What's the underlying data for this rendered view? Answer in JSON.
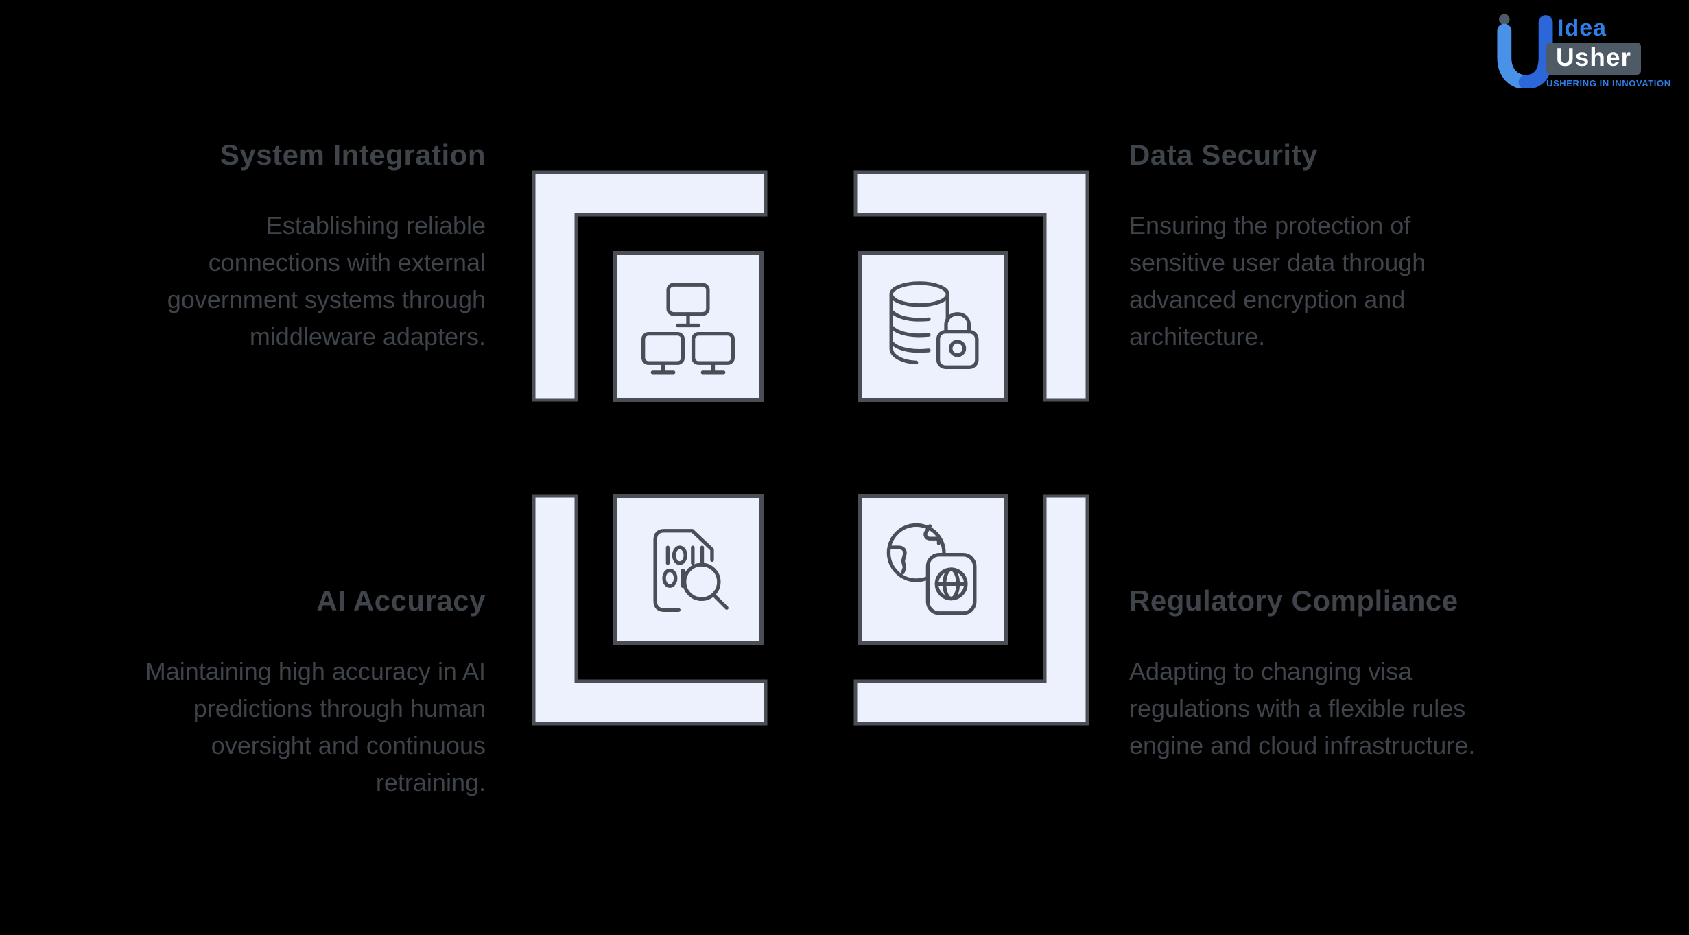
{
  "page": {
    "background": "#000000"
  },
  "logo": {
    "brand_top": "Idea",
    "brand_bottom": "Usher",
    "tagline": "USHERING IN INNOVATION",
    "colors": {
      "u_light_blue": "#4a92e8",
      "u_dark_blue": "#2b67d8",
      "idea_text": "#2e7fe8",
      "usher_box": "#4e5a66",
      "usher_text": "#ffffff",
      "tagline_text": "#2e7fe8"
    }
  },
  "theme": {
    "background": "#000000",
    "tile_fill": "#ecf1fd",
    "tile_border": "#4b4f55",
    "icon_stroke": "#4a4f57",
    "text_color": "#3f444b"
  },
  "features": [
    {
      "id": "system-integration",
      "title": "System Integration",
      "icon": "network-monitors-icon",
      "description_lines": [
        "Establishing reliable",
        "connections with external",
        "government systems through",
        "middleware adapters."
      ]
    },
    {
      "id": "data-security",
      "title": "Data Security",
      "icon": "database-lock-icon",
      "description_lines": [
        "Ensuring the protection of",
        "sensitive user data through",
        "advanced encryption and",
        "architecture."
      ]
    },
    {
      "id": "ai-accuracy",
      "title": "AI Accuracy",
      "icon": "document-search-icon",
      "description_lines": [
        "Maintaining high accuracy in AI",
        "predictions through human",
        "oversight and continuous",
        "retraining."
      ]
    },
    {
      "id": "regulatory-compliance",
      "title": "Regulatory Compliance",
      "icon": "globe-passport-icon",
      "description_lines": [
        "Adapting to changing visa",
        "regulations with a flexible rules",
        "engine and cloud infrastructure."
      ]
    }
  ]
}
